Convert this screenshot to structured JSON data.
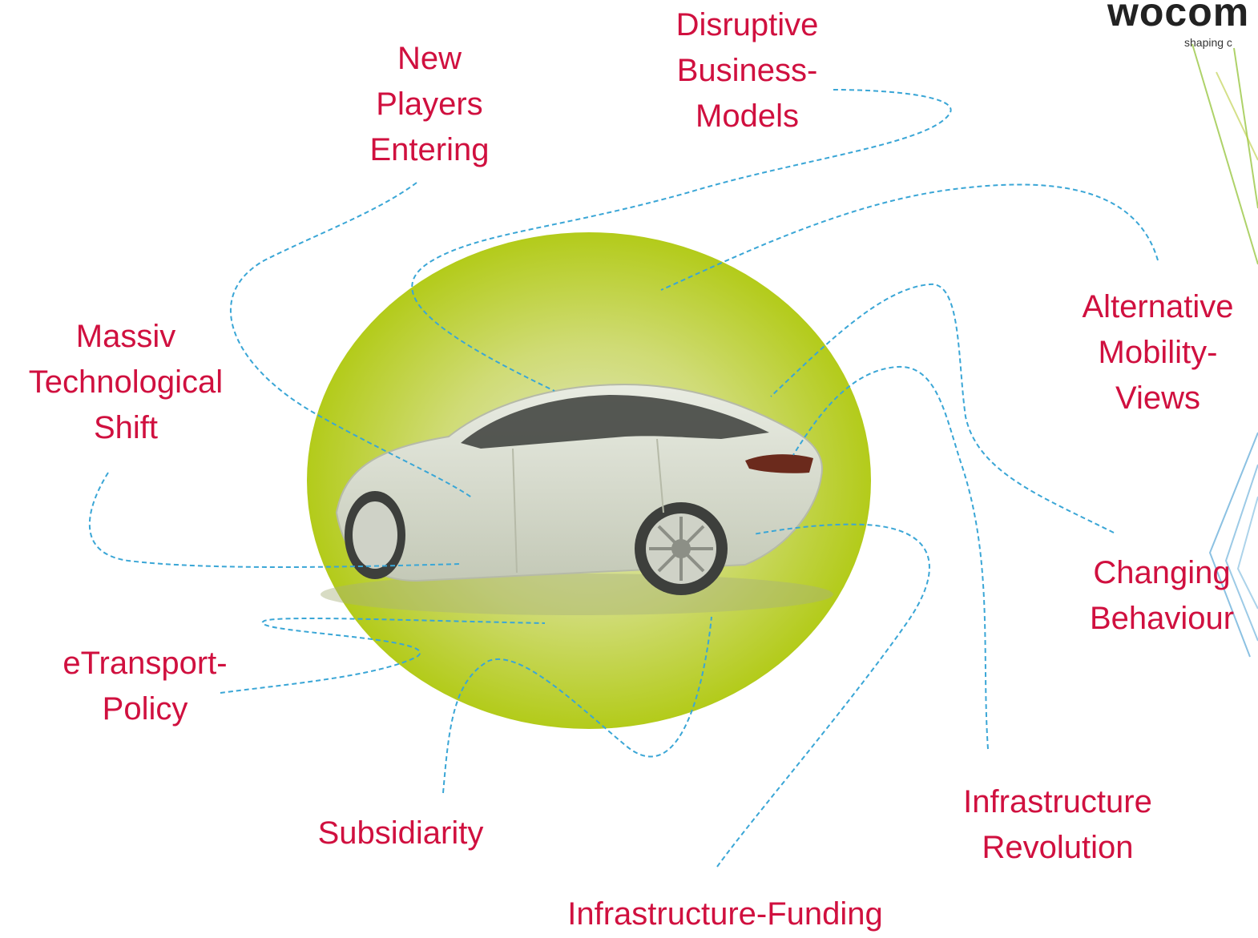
{
  "logo": {
    "wordmark": "wocom",
    "tagline": "shaping c"
  },
  "center_image": "electric-car-on-green-circle",
  "colors": {
    "label": "#d0103f",
    "connector": "#3aa6d6",
    "circle": "#b4cc1e"
  },
  "labels": {
    "disruptive": "Disruptive\nBusiness-\nModels",
    "new_players": "New\nPlayers\nEntering",
    "massiv": "Massiv\nTechnological\nShift",
    "alternative": "Alternative\nMobility-\nViews",
    "changing": "Changing\nBehaviour",
    "etransport": "eTransport-\nPolicy",
    "subsidiarity": "Subsidiarity",
    "infra_revolution": "Infrastructure\nRevolution",
    "infra_funding": "Infrastructure-Funding"
  }
}
